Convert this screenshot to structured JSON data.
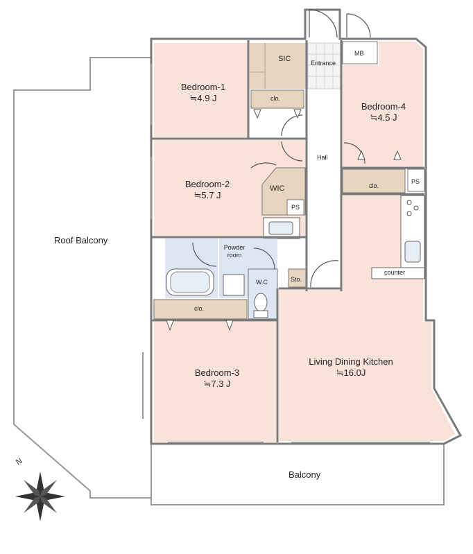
{
  "rooms": {
    "roof_balcony": {
      "name": "Roof Balcony"
    },
    "bedroom_1": {
      "name": "Bedroom-1",
      "size": "≒4.9 J"
    },
    "bedroom_2": {
      "name": "Bedroom-2",
      "size": "≒5.7 J"
    },
    "bedroom_3": {
      "name": "Bedroom-3",
      "size": "≒7.3 J"
    },
    "bedroom_4": {
      "name": "Bedroom-4",
      "size": "≒4.5 J"
    },
    "ldk": {
      "name": "Living Dining Kitchen",
      "size": "≒16.0J"
    },
    "balcony": {
      "name": "Balcony"
    },
    "hall": {
      "name": "Hall"
    },
    "entrance": {
      "name": "Entrance"
    },
    "sic": {
      "name": "SIC"
    },
    "mb": {
      "name": "MB"
    },
    "wic": {
      "name": "WIC"
    },
    "powder_room": {
      "name": "Powder room"
    },
    "wc": {
      "name": "W.C"
    },
    "sto": {
      "name": "Sto."
    }
  },
  "fixtures": {
    "clo_1": "clo.",
    "clo_3": "clo.",
    "clo_4": "clo.",
    "ps_1": "PS",
    "ps_2": "PS",
    "counter": "counter"
  },
  "compass": {
    "north_label": "N"
  },
  "colors": {
    "room_fill": "#f8e2da",
    "storage_fill": "#e6d6bf",
    "wet_fill": "#dde6f2",
    "wall": "#7a7a7a",
    "outline": "#999999"
  }
}
